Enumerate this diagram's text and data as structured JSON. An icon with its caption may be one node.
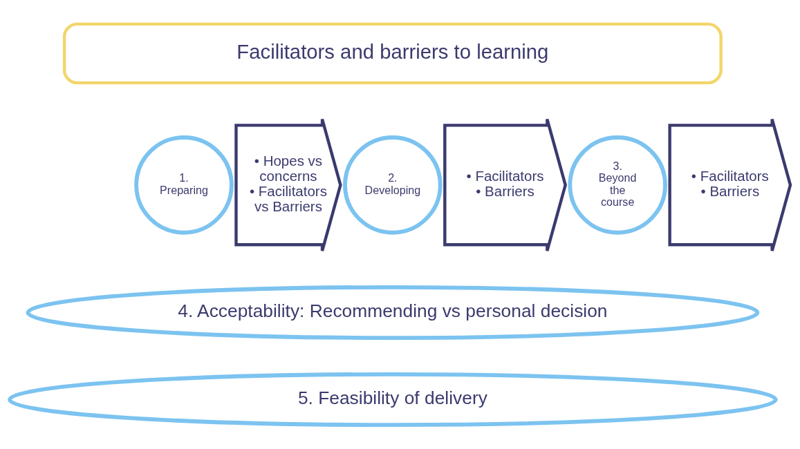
{
  "diagram": {
    "nodes": [
      {
        "text": [
          "Facilitators and barriers to learning"
        ]
      },
      {
        "text": [
          "1. Preparing"
        ]
      },
      {
        "text": [
          "• Hopes vs concerns",
          "• Facilitators vs Barriers"
        ]
      },
      {
        "text": [
          "2. Developing"
        ]
      },
      {
        "text": [
          "• Facilitators",
          "• Barriers"
        ]
      },
      {
        "text": [
          "3. Beyond the course"
        ]
      },
      {
        "text": [
          "• Facilitators",
          "• Barriers"
        ]
      },
      {
        "text": [
          "4. Acceptability: Recommending vs personal decision"
        ]
      },
      {
        "text": [
          "5. Feasibility of delivery"
        ]
      }
    ],
    "edges": []
  }
}
